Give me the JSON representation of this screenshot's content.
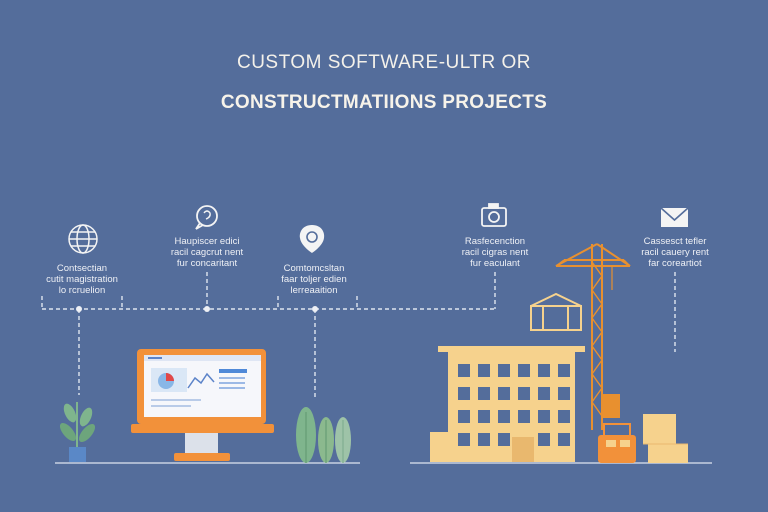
{
  "title": {
    "line1": "CUSTOM SOFTWARE-ULTR OR",
    "line2": "CONSTRUCTMATIIONS PROJECTS"
  },
  "nodes": [
    {
      "icon": "globe-icon",
      "lines": [
        "Contsectian",
        "cutit magistration",
        "lo rcruelion"
      ]
    },
    {
      "icon": "chat-bubble-icon",
      "lines": [
        "Haupiscer edici",
        "racil cagcrut nent",
        "fur concaritant"
      ]
    },
    {
      "icon": "location-pin-icon",
      "lines": [
        "Comtomcsltan",
        "faar toljer edien",
        "lerreaaition"
      ]
    },
    {
      "icon": "camera-icon",
      "lines": [
        "Rasfecenction",
        "racil cigras nent",
        "fur eaculant"
      ]
    },
    {
      "icon": "envelope-icon",
      "lines": [
        "Cassesct tefler",
        "racil cauery rent",
        "far coreartiot"
      ]
    }
  ],
  "colors": {
    "background": "#546d9b",
    "line": "#dfe5ef",
    "building": "#f6d28d",
    "accent": "#e8902f",
    "plant": "#7fb58d"
  }
}
